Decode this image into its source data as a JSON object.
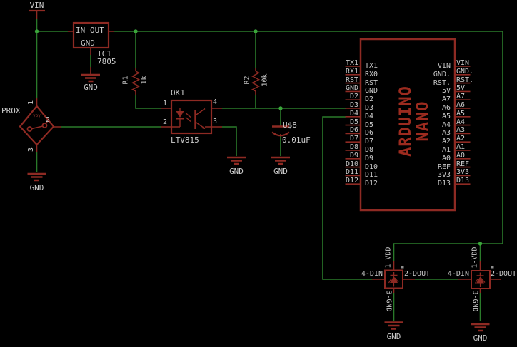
{
  "colors": {
    "background": "#000000",
    "component_red": "#8e2a23",
    "title_red": "#9c2b1f",
    "wire_green": "#2a7a2a",
    "junction_green": "#3ba53b",
    "text_gray": "#c9c9c9",
    "tiny_red": "#a03c32"
  },
  "labels": {
    "gnd": "GND"
  },
  "power": {
    "vin": "VIN"
  },
  "regulator": {
    "name": "IC1",
    "value": "7805",
    "pin_in": "IN",
    "pin_out": "OUT",
    "pin_gnd": "GND"
  },
  "prox": {
    "name": "PROX",
    "pin1": "1",
    "pin2": "2",
    "pin3": "3",
    "inner": "ypy"
  },
  "resistors": {
    "r1_name": "R1",
    "r1_value": "1k",
    "r2_name": "R2",
    "r2_value": "10k"
  },
  "opto": {
    "name": "OK1",
    "value": "LTV815",
    "pin1": "1",
    "pin2": "2",
    "pin3": "3",
    "pin4": "4"
  },
  "capacitor": {
    "name": "U$8",
    "value": "0.01uF"
  },
  "arduino": {
    "title_line1": "ARDUINO",
    "title_line2": "NANO",
    "left_outside": [
      "TX1",
      "RX1",
      "RST",
      "GND",
      "D2",
      "D3",
      "D4",
      "D5",
      "D6",
      "D7",
      "D8",
      "D9",
      "D10",
      "D11",
      "D12"
    ],
    "left_inside": [
      "TX1",
      "RX0",
      "RST",
      "GND",
      "D2",
      "D3",
      "D4",
      "D5",
      "D6",
      "D7",
      "D8",
      "D9",
      "D10",
      "D11",
      "D12"
    ],
    "right_inside": [
      "VIN",
      "GND.",
      "RST.",
      "5V",
      "A7",
      "A6",
      "A5",
      "A4",
      "A3",
      "A2",
      "A1",
      "A0",
      "REF",
      "3V3",
      "D13"
    ],
    "right_outside": [
      "VIN",
      "GND.",
      "RST.",
      "5V",
      "A7",
      "A6",
      "A5",
      "A4",
      "A3",
      "A2",
      "A1",
      "A0",
      "REF",
      "3V3",
      "D13"
    ]
  },
  "led1": {
    "vdd": "1-VDD",
    "din": "4-DIN",
    "dout": "2-DOUT",
    "gnd_pin": "3-GND"
  },
  "led2": {
    "vdd": "1-VDD",
    "din": "4-DIN",
    "dout": "2-DOUT",
    "gnd_pin": "3-GND"
  }
}
